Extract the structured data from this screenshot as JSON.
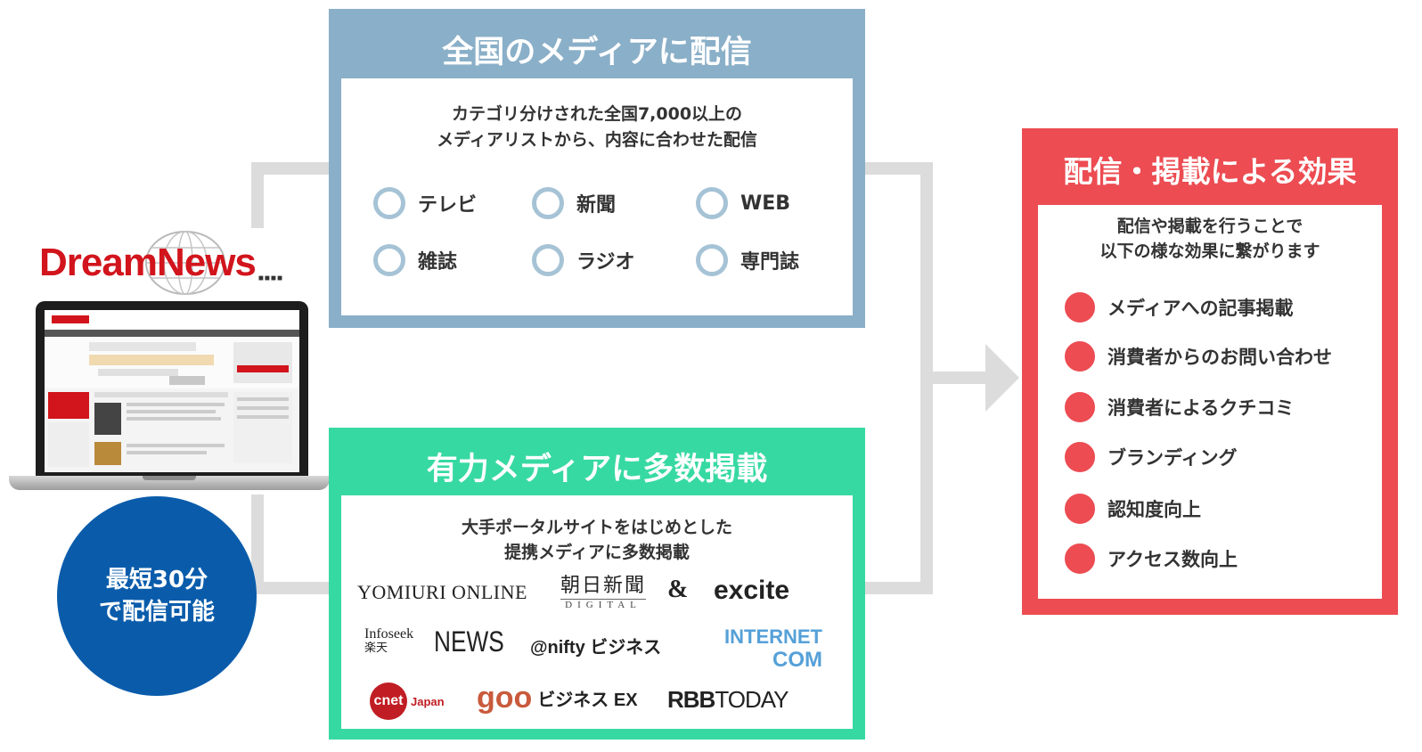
{
  "brand": {
    "name": "DreamNews"
  },
  "badge": {
    "line1": "最短30分",
    "line2": "で配信可能"
  },
  "distribute_panel": {
    "title": "全国のメディアに配信",
    "desc_line1": "カテゴリ分けされた全国7,000以上の",
    "desc_line2": "メディアリストから、内容に合わせた配信",
    "options": [
      "テレビ",
      "新聞",
      "WEB",
      "雑誌",
      "ラジオ",
      "専門誌"
    ]
  },
  "media_panel": {
    "title": "有力メディアに多数掲載",
    "desc_line1": "大手ポータルサイトをはじめとした",
    "desc_line2": "提携メディアに多数掲載",
    "logos": {
      "yomiuri": "YOMIURI ONLINE",
      "asahi": "朝日新聞",
      "asahi_sub": "DIGITAL",
      "amp": "&",
      "excite": "excite",
      "infoseek": "Infoseek",
      "infoseek_sub": "楽天",
      "news": "NEWS",
      "nifty": "@nifty ビジネス",
      "internet": "INTERNET",
      "com": "COM",
      "cnet": "cnet",
      "cnet_sub": "Japan",
      "goo": "goo",
      "goo_sub": "ビジネス EX",
      "rbb": "RBB",
      "rbb_sub": "TODAY"
    }
  },
  "effect_panel": {
    "title": "配信・掲載による効果",
    "desc_line1": "配信や掲載を行うことで",
    "desc_line2": "以下の様な効果に繋がります",
    "items": [
      "メディアへの記事掲載",
      "消費者からのお問い合わせ",
      "消費者によるクチコミ",
      "ブランディング",
      "認知度向上",
      "アクセス数向上"
    ]
  },
  "colors": {
    "blue_panel": "#8aafc8",
    "green_panel": "#37d9a2",
    "red_panel": "#ec4c52",
    "badge": "#0a5cab",
    "brand_red": "#d2141c",
    "connector": "#dcdcdc"
  }
}
